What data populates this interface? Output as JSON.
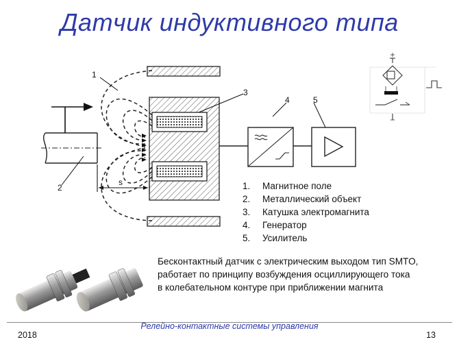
{
  "title": "Датчик индуктивного типа",
  "callouts": {
    "c1": "1",
    "c2": "2",
    "c3": "3",
    "c4": "4",
    "c5": "5",
    "s": "s"
  },
  "legend": [
    {
      "num": "1.",
      "label": "Магнитное поле"
    },
    {
      "num": "2.",
      "label": "Металлический объект"
    },
    {
      "num": "3.",
      "label": "Катушка электромагнита"
    },
    {
      "num": "4.",
      "label": "Генератор"
    },
    {
      "num": "5.",
      "label": "Усилитель"
    }
  ],
  "description": [
    "Бесконтактный датчик с электрическим выходом тип SMTO,",
    "работает по принципу возбуждения осциллирующего тока",
    "в колебательном контуре при приближении магнита"
  ],
  "footer": {
    "year": "2018",
    "course": "Релейно-контактные системы управления",
    "page": "13"
  },
  "colors": {
    "title": "#2f3aa8",
    "line": "#222222",
    "hatch": "#555555"
  }
}
